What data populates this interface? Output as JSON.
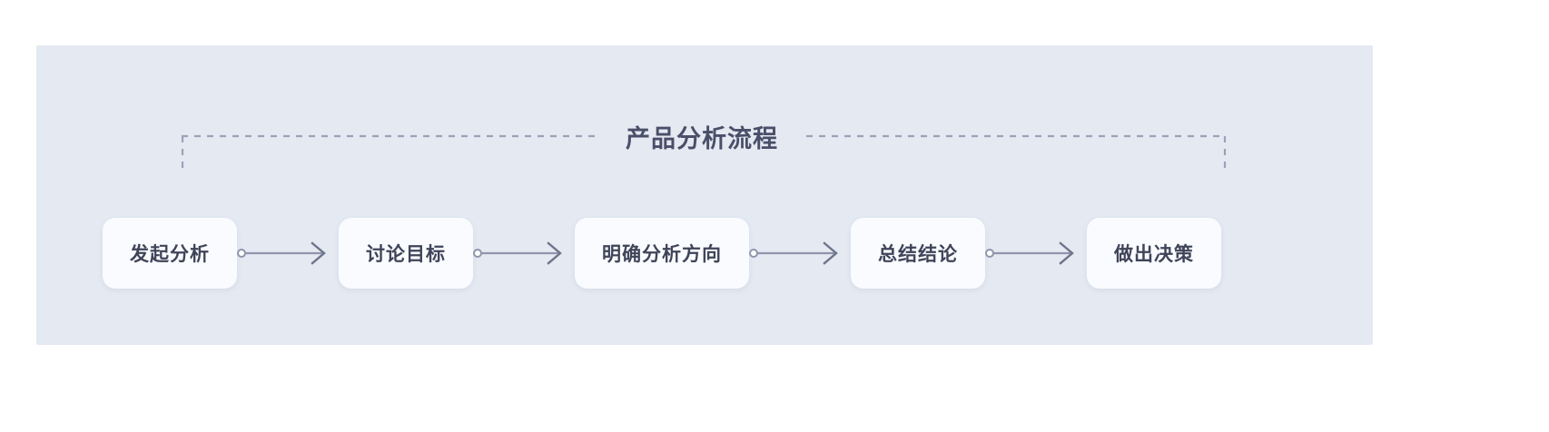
{
  "diagram": {
    "title": "产品分析流程",
    "panel_color": "#e4e9f2",
    "card_color": "#fafbfe",
    "line_color": "#8f96ac",
    "text_color": "#3f4459",
    "title_color": "#4a4f69",
    "steps": [
      {
        "label": "发起分析"
      },
      {
        "label": "讨论目标"
      },
      {
        "label": "明确分析方向"
      },
      {
        "label": "总结结论"
      },
      {
        "label": "做出决策"
      }
    ],
    "connectors": [
      {
        "name": "connector-1"
      },
      {
        "name": "connector-2"
      },
      {
        "name": "connector-3"
      },
      {
        "name": "connector-4"
      }
    ]
  }
}
